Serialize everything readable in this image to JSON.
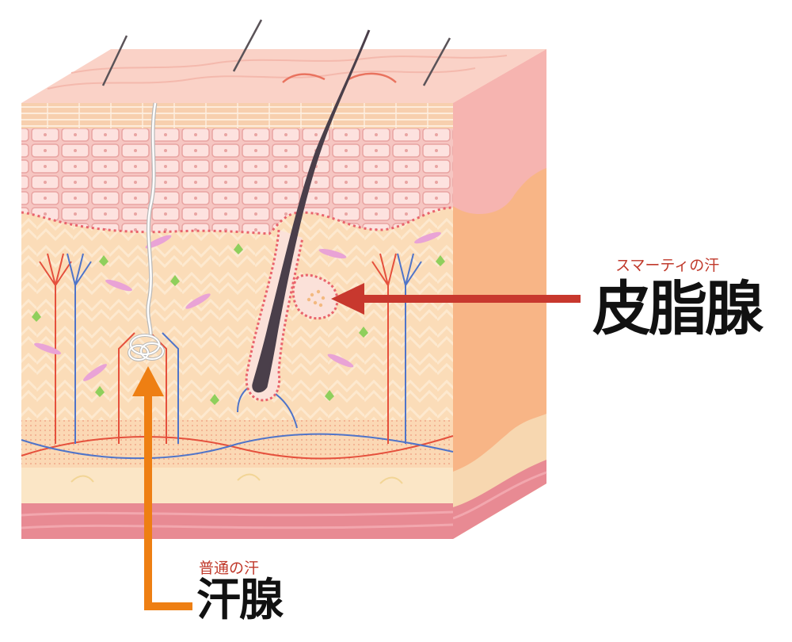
{
  "labels": {
    "sebaceous": {
      "sub": "スマーティの汗",
      "main": "皮脂腺"
    },
    "sweat": {
      "sub": "普通の汗",
      "main": "汗腺"
    }
  },
  "colors": {
    "sebaceous_arrow": "#c8382e",
    "sweat_arrow": "#ee7f13",
    "sub_label": "#c0392b",
    "main_label": "#111111"
  },
  "icons": {
    "skin_block": "skin-cross-section-illustration",
    "hair": "hair-strand-icon",
    "sweat_gland": "sweat-gland-coil-icon",
    "sebaceous_gland": "sebaceous-gland-icon"
  }
}
